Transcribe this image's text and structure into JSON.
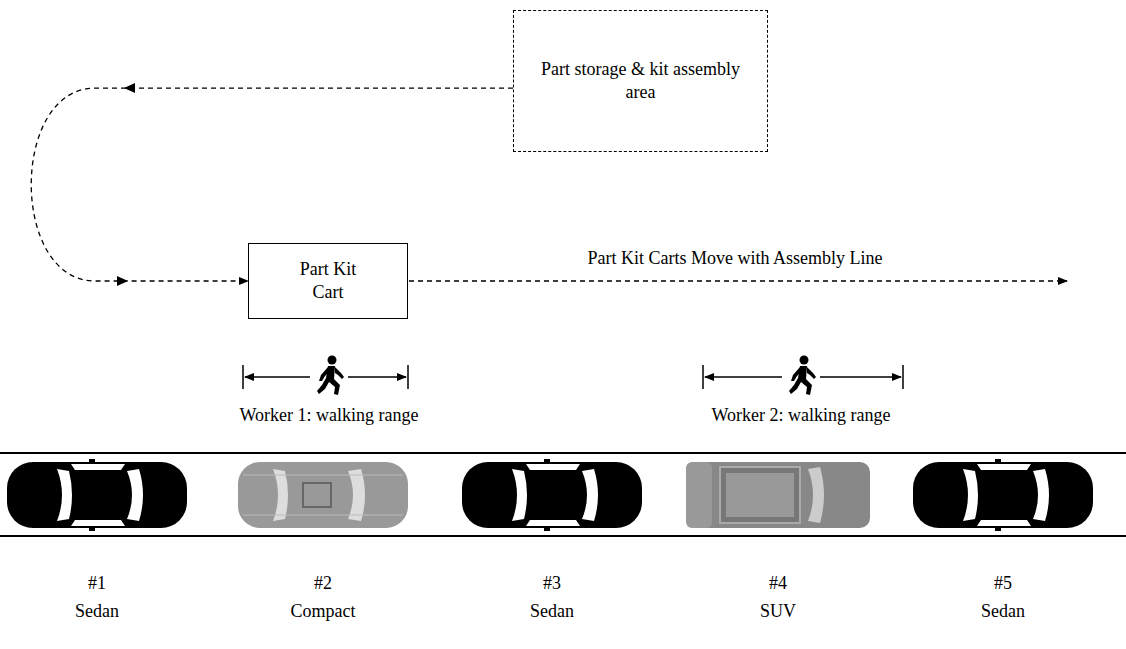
{
  "diagram": {
    "nodes": [
      {
        "text": [
          "Part storage & kit assembly area"
        ]
      },
      {
        "text": [
          "Part Kit Cart"
        ]
      }
    ],
    "edges": [
      {
        "from": 0,
        "to": 1,
        "arrow": "to"
      }
    ],
    "labels": [
      "Part Kit Carts Move with Assembly Line",
      "Worker 1: walking range",
      "Worker 2: walking range",
      "#1",
      "Sedan",
      "#2",
      "Compact",
      "#3",
      "Sedan",
      "#4",
      "SUV",
      "#5",
      "Sedan"
    ]
  }
}
